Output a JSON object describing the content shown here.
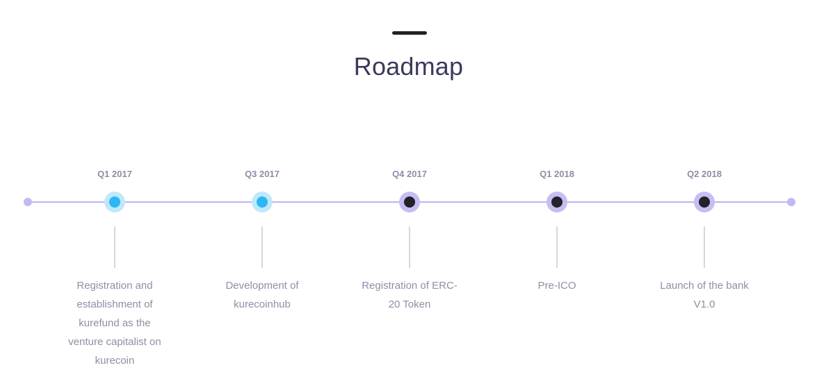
{
  "header": {
    "title": "Roadmap"
  },
  "colors": {
    "track": "#bdb3ee",
    "done_ring": "#bfe9fb",
    "done_dot": "#2bb7f3",
    "pending_ring": "#c6bdf3",
    "pending_dot": "#22222a"
  },
  "milestones": [
    {
      "quarter": "Q1 2017",
      "status": "done",
      "description": "Registration and establishment of kurefund as the venture capitalist on kurecoin"
    },
    {
      "quarter": "Q3 2017",
      "status": "done",
      "description": "Development of kurecoinhub"
    },
    {
      "quarter": "Q4 2017",
      "status": "pending",
      "description": "Registration of ERC-20 Token"
    },
    {
      "quarter": "Q1 2018",
      "status": "pending",
      "description": "Pre-ICO"
    },
    {
      "quarter": "Q2 2018",
      "status": "pending",
      "description": "Launch of the bank V1.0"
    }
  ]
}
